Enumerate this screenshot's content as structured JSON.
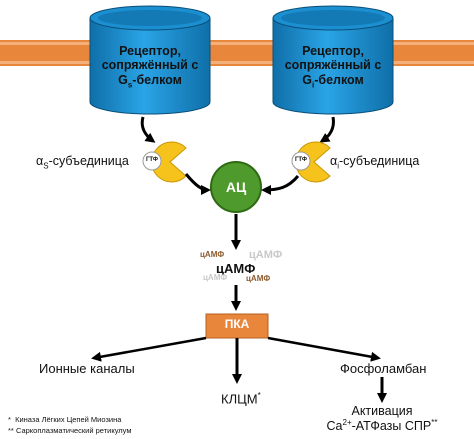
{
  "receptor_s": {
    "line1": "Рецептор,",
    "line2": "сопряжённый с",
    "line3_prefix": "G",
    "line3_sub": "s",
    "line3_suffix": "-белком"
  },
  "receptor_i": {
    "line1": "Рецептор,",
    "line2": "сопряжённый с",
    "line3_prefix": "G",
    "line3_sub": "i",
    "line3_suffix": "-белком"
  },
  "alpha_s": {
    "prefix": "α",
    "sub": "S",
    "suffix": "-субъединица",
    "gtp": "ГТФ"
  },
  "alpha_i": {
    "prefix": "α",
    "sub": "i",
    "suffix": "-субъединица",
    "gtp": "ГТФ"
  },
  "ac_label": "АЦ",
  "camp": {
    "main": "цАМФ",
    "faded": "цАМФ"
  },
  "pka_label": "ПКА",
  "targets": {
    "ion_channels": "Ионные каналы",
    "mlck": "КЛЦМ",
    "mlck_mark": "*",
    "phospholamban": "Фосфоламбан"
  },
  "activation": {
    "line1": "Активация",
    "line2_prefix": "Ca",
    "line2_sup": "2+",
    "line2_mid": "-АТФазы СПР",
    "line2_mark": "**"
  },
  "footnotes": {
    "note1_mark": "*",
    "note1": "Киназа Лёгких Цепей Миозина",
    "note2_mark": "**",
    "note2": "Саркоплазматический ретикулум"
  },
  "colors": {
    "membrane": "#e8863c",
    "receptor": "#1b8fd0",
    "ac": "#4e9a2c",
    "pka": "#e8863c",
    "subunit": "#f6c31c"
  }
}
